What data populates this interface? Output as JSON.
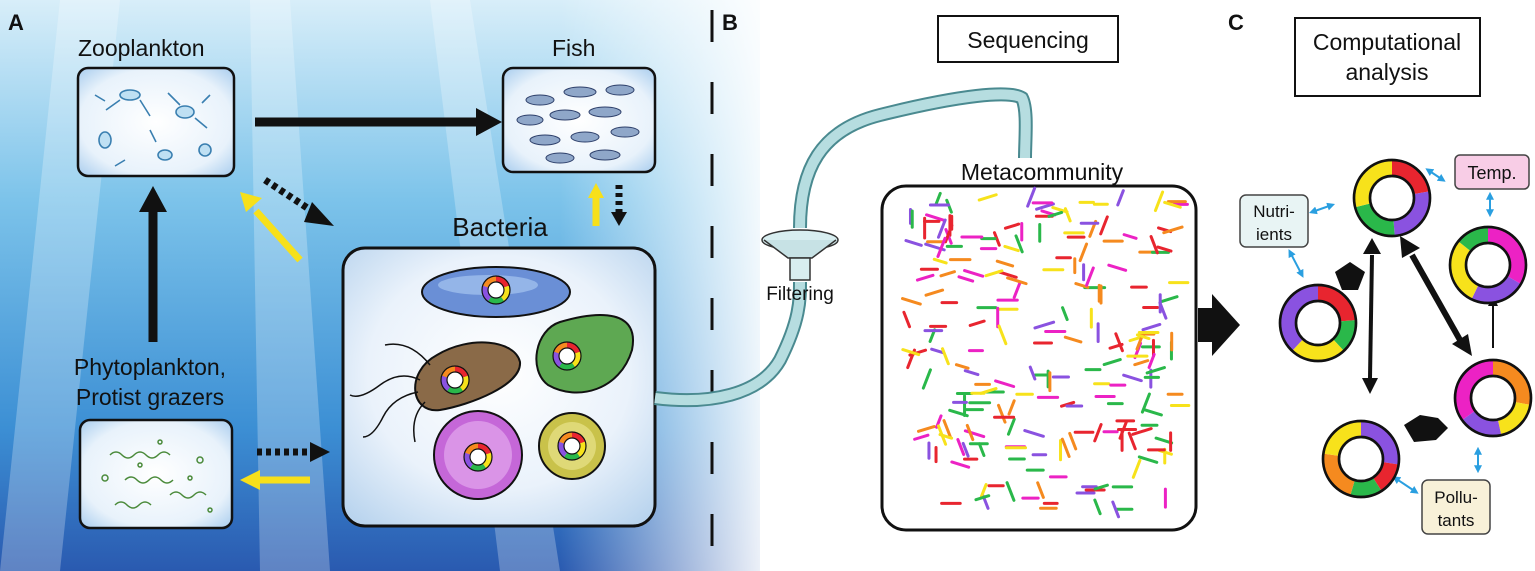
{
  "panels": {
    "a": {
      "letter": "A",
      "zooplankton": "Zooplankton",
      "fish": "Fish",
      "bacteria": "Bacteria",
      "phyto_line1": "Phytoplankton,",
      "phyto_line2": "Protist grazers"
    },
    "b": {
      "letter": "B",
      "sequencing": "Sequencing",
      "filtering": "Filtering",
      "metacommunity": "Metacommunity"
    },
    "c": {
      "letter": "C",
      "title_line1": "Computational",
      "title_line2": "analysis",
      "nutrients_line1": "Nutri-",
      "nutrients_line2": "ients",
      "temp": "Temp.",
      "pollutants_line1": "Pollu-",
      "pollutants_line2": "tants"
    }
  },
  "colors": {
    "water_top": "#cfeaf7",
    "water_mid": "#5fb3e3",
    "water_bottom": "#2a5fb0",
    "tube": "#a8d4d8",
    "arrow_black": "#111111",
    "arrow_yellow": "#f7e01a",
    "seq_colors": [
      "#e8252f",
      "#f7e21b",
      "#2ab84a",
      "#ec22c4",
      "#8a52e0",
      "#f58a1f"
    ],
    "nutrients_box": "#e8f4f4",
    "temp_box": "#f8cde6",
    "pollutants_box": "#f8f1d8",
    "connector_blue": "#2a9fe0"
  },
  "icons": [
    "bacterium-icon",
    "ring-genome-icon",
    "filter-icon",
    "fish-icon"
  ]
}
